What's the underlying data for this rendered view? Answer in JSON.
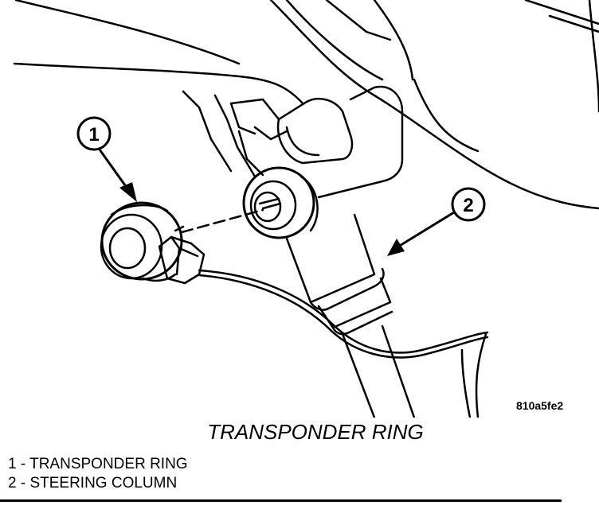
{
  "figure": {
    "title": "TRANSPONDER RING",
    "id_code": "810a5fe2",
    "callouts": [
      {
        "number": "1"
      },
      {
        "number": "2"
      }
    ]
  },
  "legend": [
    {
      "text": "1 - TRANSPONDER RING"
    },
    {
      "text": "2 - STEERING COLUMN"
    }
  ]
}
